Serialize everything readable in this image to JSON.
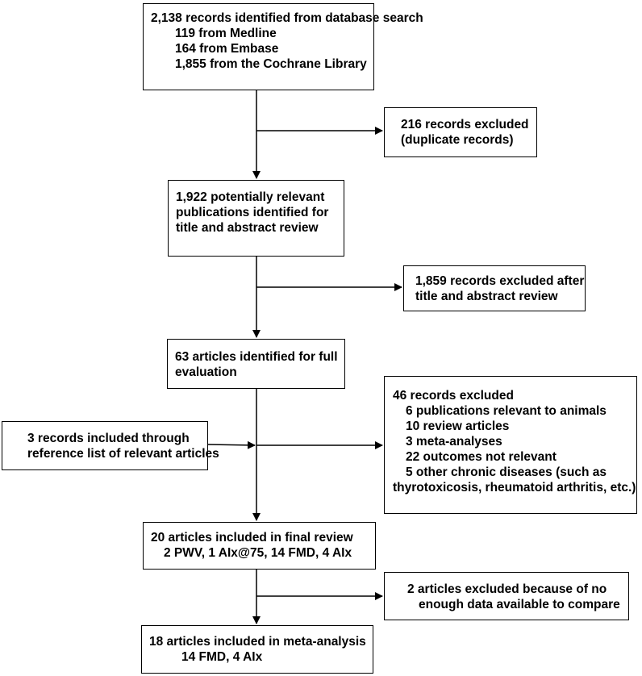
{
  "flowchart": {
    "identified": {
      "title": "2,138 records identified from database search",
      "sources": [
        "119 from Medline",
        "164 from Embase",
        "1,855 from the Cochrane Library"
      ]
    },
    "duplicates_excluded": {
      "lines": [
        "216 records excluded",
        "(duplicate records)"
      ]
    },
    "screened": {
      "lines": [
        "1,922 potentially relevant",
        "publications identified for",
        "title and abstract review"
      ]
    },
    "screen_excluded": {
      "lines": [
        "1,859 records excluded after",
        "title and abstract review"
      ]
    },
    "full_text": {
      "lines": [
        "63 articles identified for full",
        "evaluation"
      ]
    },
    "reference_included": {
      "lines": [
        "3 records included through",
        "reference list of relevant articles"
      ]
    },
    "full_text_excluded": {
      "title": "46 records excluded",
      "items": [
        "6 publications relevant to animals",
        "10 review articles",
        "3 meta-analyses",
        "22 outcomes not relevant",
        "5 other chronic diseases (such as"
      ],
      "continuation": "thyrotoxicosis, rheumatoid arthritis, etc.)"
    },
    "final_review": {
      "lines": [
        "20 articles included in final review",
        "2 PWV, 1 AIx@75, 14 FMD, 4 AIx"
      ]
    },
    "data_excluded": {
      "lines": [
        "2 articles excluded because of no",
        "enough data available to compare"
      ]
    },
    "meta_analysis": {
      "lines": [
        "18 articles included in meta-analysis",
        "14 FMD, 4 AIx"
      ]
    }
  }
}
